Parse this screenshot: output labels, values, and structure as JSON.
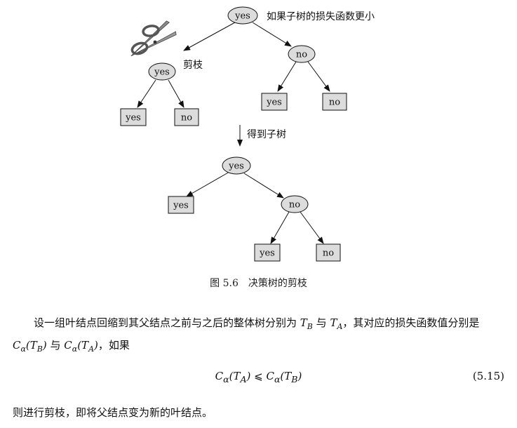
{
  "figure": {
    "top_tree": {
      "root_label": "yes",
      "left_child_label": "yes",
      "right_child_label": "no",
      "left_leaf_1": "yes",
      "left_leaf_2": "no",
      "right_leaf_1": "yes",
      "right_leaf_2": "no",
      "annotation_loss": "如果子树的损失函数更小",
      "annotation_prune": "剪枝"
    },
    "transition_label": "得到子树",
    "bottom_tree": {
      "root_label": "yes",
      "left_leaf": "yes",
      "right_child_label": "no",
      "right_leaf_1": "yes",
      "right_leaf_2": "no"
    },
    "caption_number": "图 5.6",
    "caption_text": "决策树的剪枝"
  },
  "text": {
    "para_part1": "设一组叶结点回缩到其父结点之前与之后的整体树分别为 ",
    "para_TB": "T",
    "para_TB_sub": "B",
    "para_and1": " 与 ",
    "para_TA": "T",
    "para_TA_sub": "A",
    "para_part2": "，其对应的损失函数值分别是 ",
    "para_C1": "C",
    "para_C1_sub": "α",
    "para_C1_arg": "(T",
    "para_C1_arg_sub": "B",
    "para_C1_close": ")",
    "para_and2": " 与 ",
    "para_C2": "C",
    "para_C2_sub": "α",
    "para_C2_arg": "(T",
    "para_C2_arg_sub": "A",
    "para_C2_close": ")",
    "para_part3": "，如果",
    "eq_lhs_C": "C",
    "eq_lhs_sub": "α",
    "eq_lhs_arg": "(T",
    "eq_lhs_arg_sub": "A",
    "eq_lhs_close": ")",
    "eq_rel": " ⩽ ",
    "eq_rhs_C": "C",
    "eq_rhs_sub": "α",
    "eq_rhs_arg": "(T",
    "eq_rhs_arg_sub": "B",
    "eq_rhs_close": ")",
    "equation_number": "(5.15)",
    "closing": "则进行剪枝，即将父结点变为新的叶结点。"
  }
}
